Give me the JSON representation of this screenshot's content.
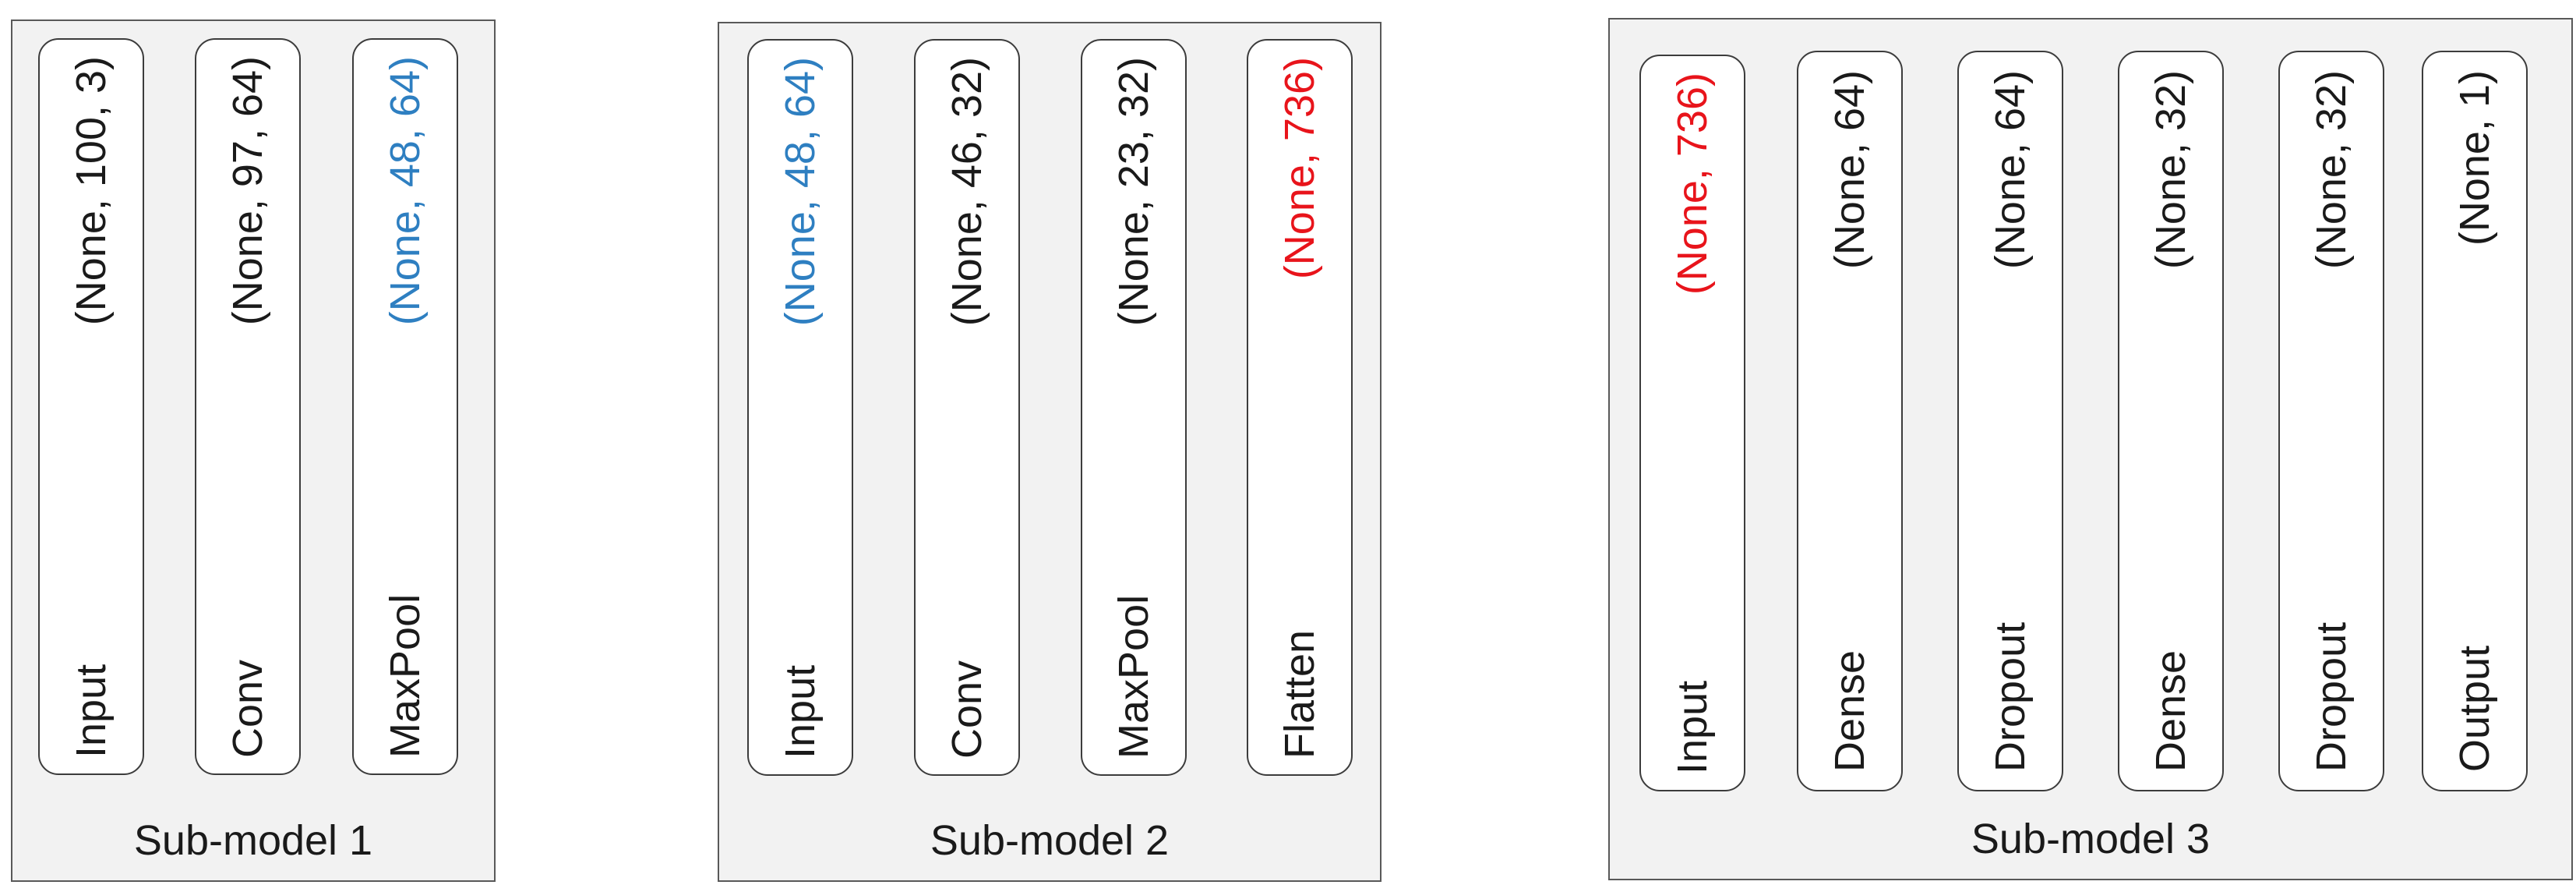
{
  "colors": {
    "panel_fill": "#f2f2f2",
    "layer_fill": "#ffffff",
    "blue": "#2e7fc1",
    "red": "#e8141b"
  },
  "submodels": [
    {
      "title": "Sub-model 1",
      "layers": [
        {
          "name": "Input",
          "shape": "(None, 100, 3)",
          "hl": ""
        },
        {
          "name": "Conv",
          "shape": "(None, 97, 64)",
          "hl": ""
        },
        {
          "name": "MaxPool",
          "shape": "(None, 48, 64)",
          "hl": "blue"
        }
      ]
    },
    {
      "title": "Sub-model 2",
      "layers": [
        {
          "name": "Input",
          "shape": "(None, 48, 64)",
          "hl": "blue"
        },
        {
          "name": "Conv",
          "shape": "(None, 46, 32)",
          "hl": ""
        },
        {
          "name": "MaxPool",
          "shape": "(None, 23, 32)",
          "hl": ""
        },
        {
          "name": "Flatten",
          "shape": "(None, 736)",
          "hl": "red"
        }
      ]
    },
    {
      "title": "Sub-model 3",
      "layers": [
        {
          "name": "Input",
          "shape": "(None, 736)",
          "hl": "red"
        },
        {
          "name": "Dense",
          "shape": "(None, 64)",
          "hl": ""
        },
        {
          "name": "Dropout",
          "shape": "(None, 64)",
          "hl": ""
        },
        {
          "name": "Dense",
          "shape": "(None, 32)",
          "hl": ""
        },
        {
          "name": "Dropout",
          "shape": "(None, 32)",
          "hl": ""
        },
        {
          "name": "Output",
          "shape": "(None, 1)",
          "hl": ""
        }
      ]
    }
  ]
}
